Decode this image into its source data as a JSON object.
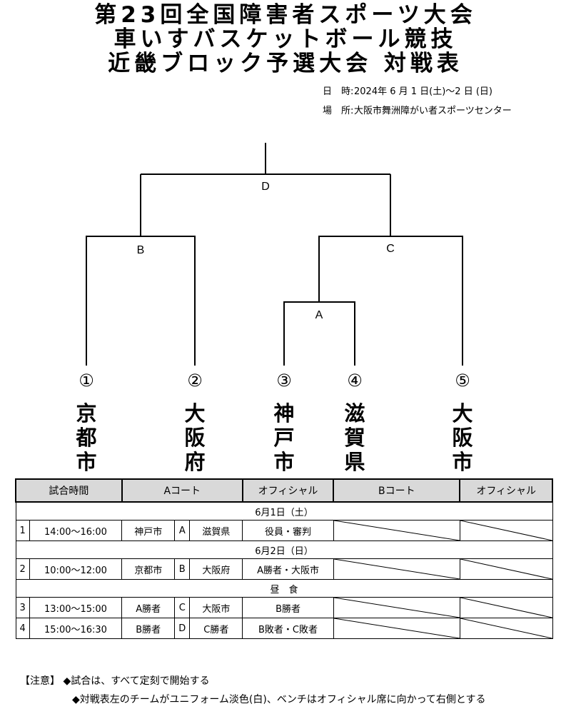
{
  "title": {
    "line1": "第23回全国障害者スポーツ大会",
    "line2": "車いすバスケットボール競技",
    "line3": "近畿ブロック予選大会 対戦表"
  },
  "meta": {
    "date_label": "日　時:",
    "date_value": "2024年 6 月 1 日(土)～2 日 (日)",
    "place_label": "場　所:",
    "place_value": "大阪市舞洲障がい者スポーツセンター"
  },
  "bracket": {
    "game_labels": {
      "final": "D",
      "left": "B",
      "right": "C",
      "inner": "A"
    },
    "seeds": [
      "①",
      "②",
      "③",
      "④",
      "⑤"
    ],
    "teams": [
      [
        "京",
        "都",
        "市"
      ],
      [
        "大",
        "阪",
        "府"
      ],
      [
        "神",
        "戸",
        "市"
      ],
      [
        "滋",
        "賀",
        "県"
      ],
      [
        "大",
        "阪",
        "市"
      ]
    ]
  },
  "schedule": {
    "headers": [
      "試合時間",
      "Aコート",
      "オフィシャル",
      "Bコート",
      "オフィシャル"
    ],
    "day1": "6月1日（土）",
    "day2": "6月2日（日）",
    "lunch": "昼　食",
    "rows": [
      {
        "no": "1",
        "time": "14:00～16:00",
        "team1": "神戸市",
        "game": "A",
        "team2": "滋賀県",
        "official": "役員・審判"
      },
      {
        "no": "2",
        "time": "10:00～12:00",
        "team1": "京都市",
        "game": "B",
        "team2": "大阪府",
        "official": "A勝者・大阪市"
      },
      {
        "no": "3",
        "time": "13:00～15:00",
        "team1": "A勝者",
        "game": "C",
        "team2": "大阪市",
        "official": "B勝者"
      },
      {
        "no": "4",
        "time": "15:00～16:30",
        "team1": "B勝者",
        "game": "D",
        "team2": "C勝者",
        "official": "B敗者・C敗者"
      }
    ]
  },
  "notes": {
    "label": "【注意】",
    "line1": "◆試合は、すべて定刻で開始する",
    "line2": "◆対戦表左のチームがユニフォーム淡色(白)、ベンチはオフィシャル席に向かって右側とする"
  }
}
